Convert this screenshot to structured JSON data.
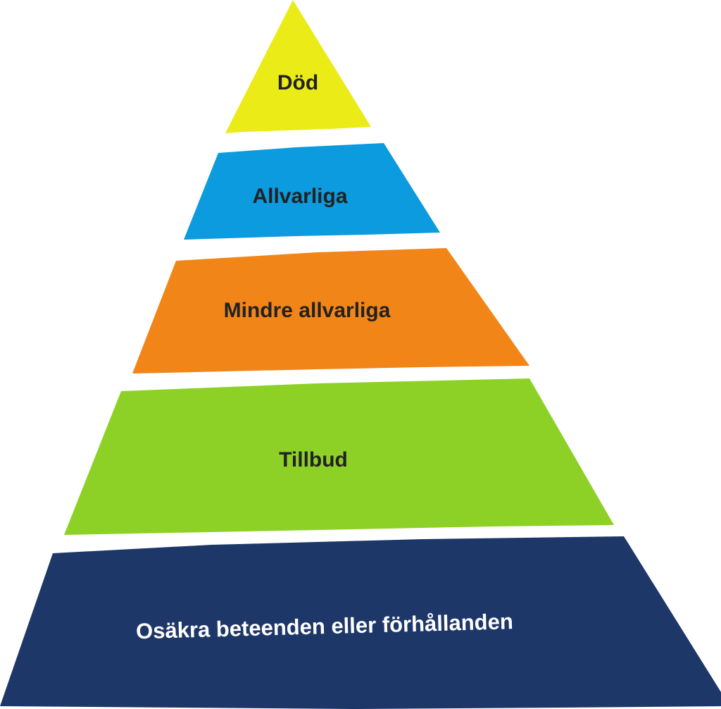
{
  "diagram": {
    "type": "pyramid",
    "tiers": [
      {
        "id": "tier-dod",
        "label": "Död",
        "color": "#EAEB17",
        "text_color": "#222222"
      },
      {
        "id": "tier-allvarliga",
        "label": "Allvarliga",
        "color": "#0B9BDE",
        "text_color": "#222222"
      },
      {
        "id": "tier-mindre-allvarliga",
        "label": "Mindre allvarliga",
        "color": "#F28518",
        "text_color": "#222222"
      },
      {
        "id": "tier-tillbud",
        "label": "Tillbud",
        "color": "#8DD126",
        "text_color": "#222222"
      },
      {
        "id": "tier-osakra",
        "label": "Osäkra beteenden eller förhållanden",
        "color": "#1E3769",
        "text_color": "#ffffff"
      }
    ]
  }
}
